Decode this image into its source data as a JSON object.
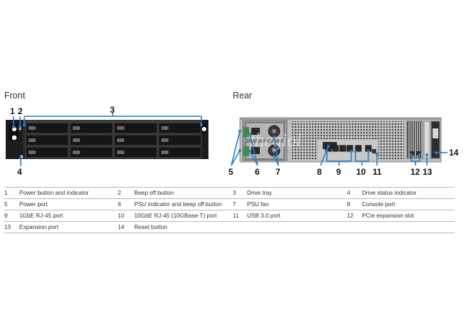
{
  "titles": {
    "front": "Front",
    "rear": "Rear"
  },
  "front_callouts": [
    "1",
    "2",
    "3",
    "4"
  ],
  "rear_callouts": [
    "5",
    "6",
    "7",
    "8",
    "9",
    "10",
    "11",
    "12",
    "13",
    "14"
  ],
  "watermark": "thegioi",
  "colors": {
    "line": "#2a7fc4",
    "chassis": "#2b2b2b",
    "rear_panel": "#bfbfbf",
    "green_tab": "#3d8c4a"
  },
  "legend": [
    [
      {
        "num": "1",
        "label": "Power button and indicator"
      },
      {
        "num": "2",
        "label": "Beep off button"
      },
      {
        "num": "3",
        "label": "Drive tray"
      },
      {
        "num": "4",
        "label": "Drive status indicator"
      }
    ],
    [
      {
        "num": "5",
        "label": "Power port"
      },
      {
        "num": "6",
        "label": "PSU indicator and beep off button"
      },
      {
        "num": "7",
        "label": "PSU fan"
      },
      {
        "num": "8",
        "label": "Console port"
      }
    ],
    [
      {
        "num": "9",
        "label": "1GbE RJ-45 port"
      },
      {
        "num": "10",
        "label": "10GbE RJ-45 (10GBase-T) port"
      },
      {
        "num": "11",
        "label": "USB 3.0 port"
      },
      {
        "num": "12",
        "label": "PCIe expansion slot"
      }
    ],
    [
      {
        "num": "13",
        "label": "Expansion port"
      },
      {
        "num": "14",
        "label": "Reset button"
      },
      {
        "num": "",
        "label": ""
      },
      {
        "num": "",
        "label": ""
      }
    ]
  ]
}
